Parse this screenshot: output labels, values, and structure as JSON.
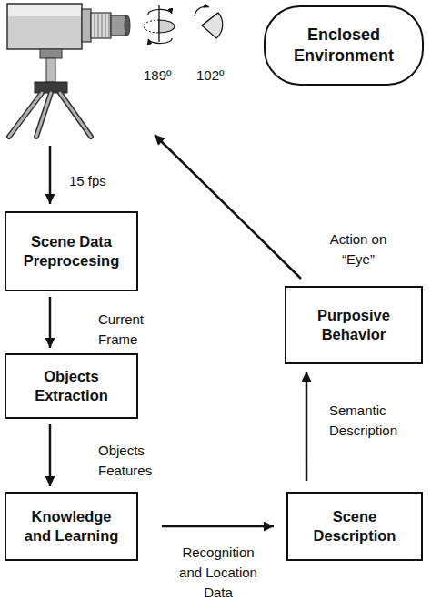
{
  "diagram": {
    "nodes": [
      {
        "text": [
          "Enclosed Environment"
        ]
      },
      {
        "text": [
          "Scene Data Preprocesing"
        ]
      },
      {
        "text": [
          "Objects Extraction"
        ]
      },
      {
        "text": [
          "Knowledge and Learning"
        ]
      },
      {
        "text": [
          "Scene Description"
        ]
      },
      {
        "text": [
          "Purposive Behavior"
        ]
      }
    ],
    "edges": [
      {
        "from": 1,
        "to": 2,
        "arrow": "to",
        "label": "Current Frame"
      },
      {
        "from": 2,
        "to": 3,
        "arrow": "to",
        "label": "Objects Features"
      },
      {
        "from": 3,
        "to": 4,
        "arrow": "to",
        "label": "Recognition and Location Data"
      },
      {
        "from": 4,
        "to": 5,
        "arrow": "to",
        "label": "Semantic Description"
      }
    ],
    "labels": [
      "189º",
      "102º",
      "15 fps",
      "Action on “Eye”"
    ]
  }
}
